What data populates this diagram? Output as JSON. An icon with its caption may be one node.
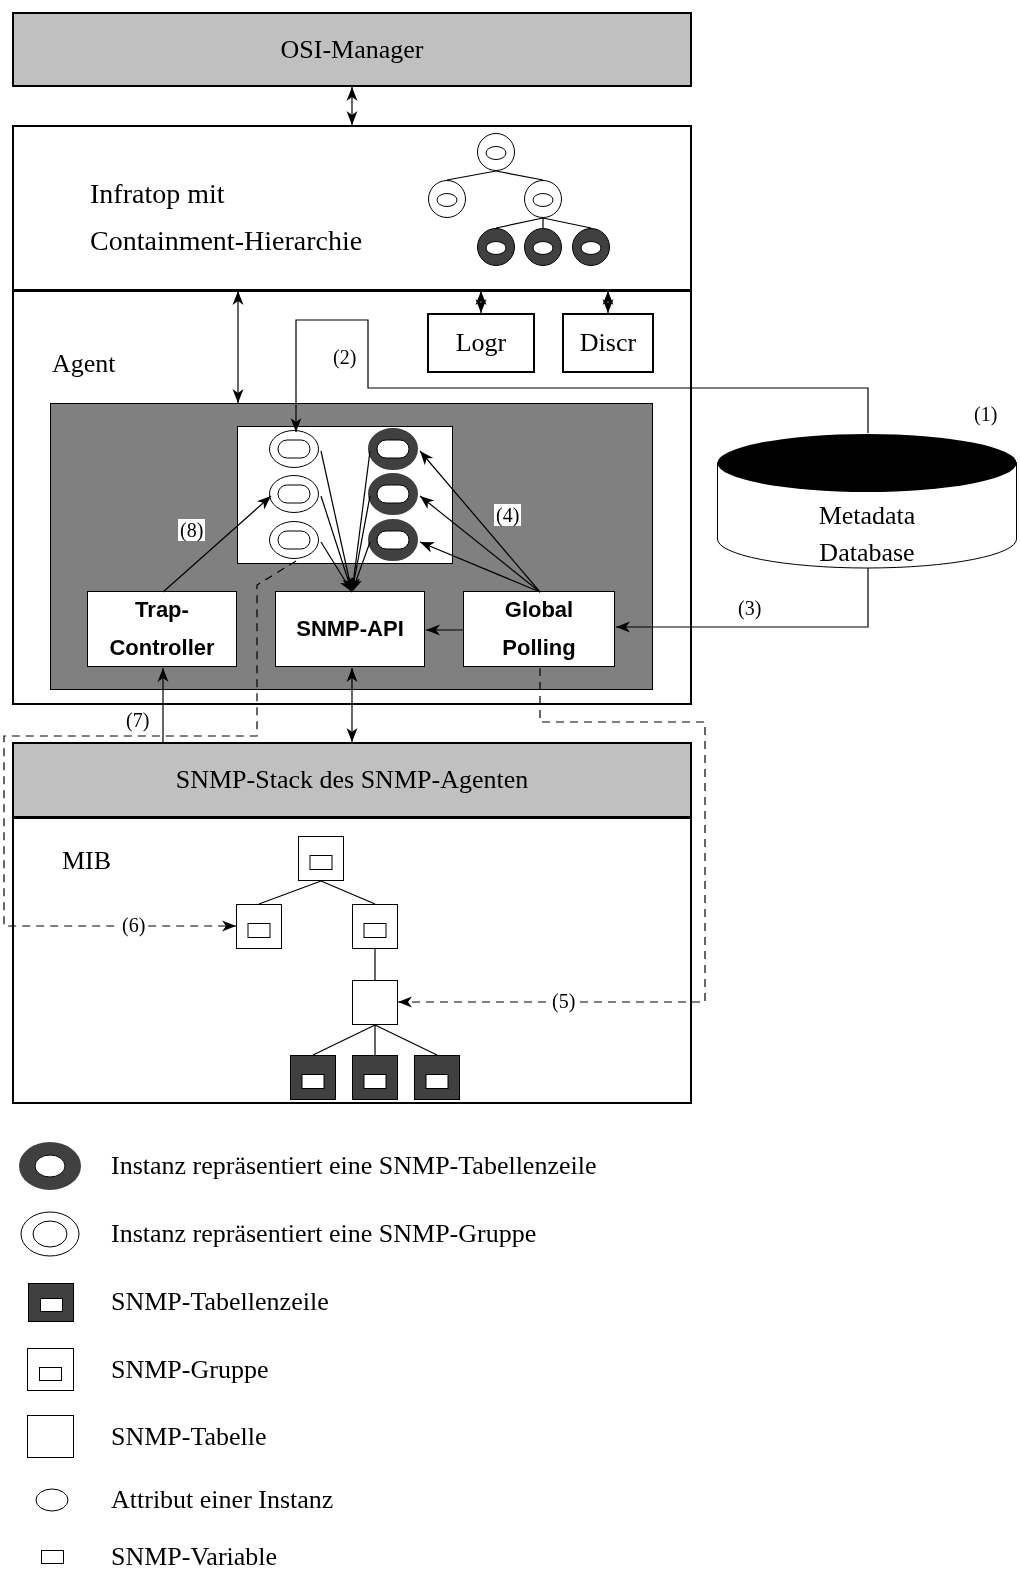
{
  "diagram": {
    "nodes": [
      {
        "text": [
          "OSI-Manager"
        ]
      },
      {
        "text": [
          "Infratop mit Containment-Hierarchie"
        ]
      },
      {
        "text": [],
        "shape": "circle",
        "in": 1
      },
      {
        "text": [],
        "shape": "circle",
        "in": 1
      },
      {
        "text": [],
        "shape": "circle",
        "in": 1
      },
      {
        "text": [],
        "shape": "circle",
        "in": 1
      },
      {
        "text": [],
        "shape": "circle",
        "in": 1
      },
      {
        "text": [],
        "shape": "circle",
        "in": 1
      },
      {
        "text": [
          "Agent"
        ]
      },
      {
        "text": [
          "Logr"
        ],
        "in": 8
      },
      {
        "text": [
          "Discr"
        ],
        "in": 8
      },
      {
        "text": [
          "Metadata Database"
        ],
        "beside": [
          "(1)"
        ]
      },
      {
        "text": [],
        "shape": "box",
        "in": 8
      },
      {
        "text": [],
        "shape": "box",
        "in": 12
      },
      {
        "text": [],
        "shape": "ellipse",
        "in": 13
      },
      {
        "text": [],
        "shape": "ellipse",
        "in": 13
      },
      {
        "text": [],
        "shape": "ellipse",
        "in": 13
      },
      {
        "text": [],
        "shape": "ellipse",
        "in": 13
      },
      {
        "text": [],
        "shape": "ellipse",
        "in": 13
      },
      {
        "text": [],
        "shape": "ellipse",
        "in": 13
      },
      {
        "text": [
          "Trap-Controller"
        ],
        "in": 12
      },
      {
        "text": [
          "SNMP-API"
        ],
        "in": 12
      },
      {
        "text": [
          "Global Polling"
        ],
        "in": 12
      },
      {
        "text": [
          "SNMP-Stack des SNMP-Agenten"
        ]
      },
      {
        "text": [
          "MIB"
        ]
      },
      {
        "text": [],
        "shape": "box",
        "in": 24
      },
      {
        "text": [],
        "shape": "box",
        "in": 24
      },
      {
        "text": [],
        "shape": "box",
        "in": 24
      },
      {
        "text": [],
        "shape": "box",
        "in": 24
      },
      {
        "text": [],
        "shape": "box",
        "in": 24
      },
      {
        "text": [],
        "shape": "box",
        "in": 24
      },
      {
        "text": [],
        "shape": "box",
        "in": 24
      }
    ],
    "edges": [
      {
        "from": 0,
        "to": 1,
        "arrow": "both"
      },
      {
        "from": 1,
        "to": 12,
        "arrow": "both"
      },
      {
        "from": 1,
        "to": 9,
        "arrow": "both"
      },
      {
        "from": 1,
        "to": 10,
        "arrow": "both"
      },
      {
        "from": 11,
        "to": 14,
        "arrow": "to",
        "label": "(2)"
      },
      {
        "from": 11,
        "to": 22,
        "arrow": "to",
        "label": "(3)"
      },
      {
        "from": 22,
        "to": 15,
        "arrow": "to"
      },
      {
        "from": 22,
        "to": 17,
        "arrow": "to",
        "label": "(4)"
      },
      {
        "from": 22,
        "to": 19,
        "arrow": "to"
      },
      {
        "from": 14,
        "to": 21,
        "arrow": "to"
      },
      {
        "from": 15,
        "to": 21,
        "arrow": "to"
      },
      {
        "from": 16,
        "to": 21,
        "arrow": "to"
      },
      {
        "from": 17,
        "to": 21,
        "arrow": "to"
      },
      {
        "from": 18,
        "to": 21,
        "arrow": "to"
      },
      {
        "from": 19,
        "to": 21,
        "arrow": "to"
      },
      {
        "from": 20,
        "to": 16,
        "arrow": "to",
        "label": "(8)"
      },
      {
        "from": 22,
        "to": 21,
        "arrow": "to"
      },
      {
        "from": 23,
        "to": 20,
        "arrow": "to",
        "label": "(7)"
      },
      {
        "from": 21,
        "to": 23,
        "arrow": "both"
      },
      {
        "from": 18,
        "to": 26,
        "arrow": "to",
        "label": "(6)",
        "style": "dashed"
      },
      {
        "from": 22,
        "to": 28,
        "arrow": "to",
        "label": "(5)",
        "style": "dashed"
      },
      {
        "from": 2,
        "to": 3,
        "arrow": "none"
      },
      {
        "from": 2,
        "to": 4,
        "arrow": "none"
      },
      {
        "from": 4,
        "to": 5,
        "arrow": "none"
      },
      {
        "from": 4,
        "to": 6,
        "arrow": "none"
      },
      {
        "from": 4,
        "to": 7,
        "arrow": "none"
      },
      {
        "from": 25,
        "to": 26,
        "arrow": "none"
      },
      {
        "from": 25,
        "to": 27,
        "arrow": "none"
      },
      {
        "from": 27,
        "to": 28,
        "arrow": "none"
      },
      {
        "from": 28,
        "to": 29,
        "arrow": "none"
      },
      {
        "from": 28,
        "to": 30,
        "arrow": "none"
      },
      {
        "from": 28,
        "to": 31,
        "arrow": "none"
      }
    ],
    "legend": [
      {
        "text": "Instanz repräsentiert eine SNMP-Tabellenzeile"
      },
      {
        "text": "Instanz repräsentiert eine SNMP-Gruppe"
      },
      {
        "text": "SNMP-Tabellenzeile"
      },
      {
        "text": "SNMP-Gruppe"
      },
      {
        "text": "SNMP-Tabelle"
      },
      {
        "text": "Attribut einer Instanz"
      },
      {
        "text": "SNMP-Variable"
      }
    ]
  }
}
